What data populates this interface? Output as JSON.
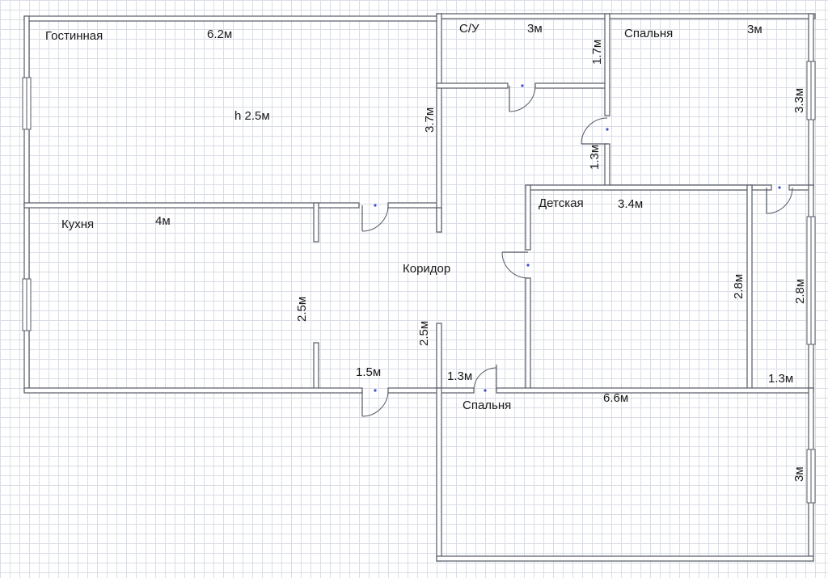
{
  "rooms": {
    "living": "Гостинная",
    "bath": "С/У",
    "bedroom_top": "Спальня",
    "kitchen": "Кухня",
    "corridor": "Коридор",
    "kids": "Детская",
    "bedroom_bottom": "Спальня"
  },
  "dims": {
    "living_width": "6.2м",
    "living_height_ceiling": "h 2.5м",
    "living_depth": "3.7м",
    "bath_width": "3м",
    "bath_depth": "1.7м",
    "bedroom_top_width": "3м",
    "bedroom_top_depth": "3.3м",
    "hall_upper": "1.3м",
    "kitchen_width": "4м",
    "kitchen_depth": "2.5м",
    "corridor_depth": "2.5м",
    "corridor_width": "1.5м",
    "corridor_small": "1.3м",
    "kids_width": "3.4м",
    "kids_depth": "2.8м",
    "right_strip_depth": "2.8м",
    "right_strip_width": "1.3м",
    "bedroom_bottom_width": "6.6м",
    "bedroom_bottom_depth": "3м"
  },
  "colors": {
    "wall_outline": "#555a64",
    "grid": "#d9dde6",
    "door_marker": "#3d4bd6"
  }
}
